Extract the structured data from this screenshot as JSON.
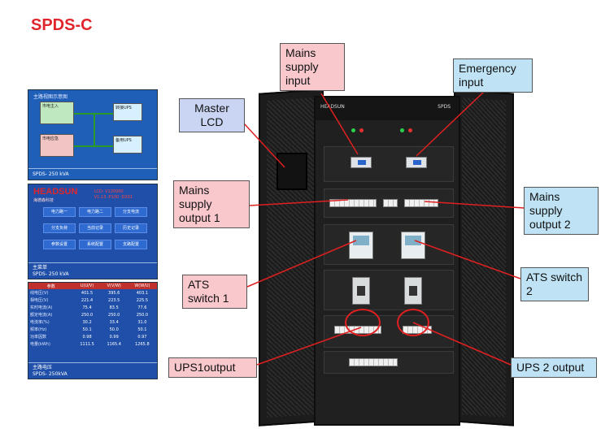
{
  "title": "SPDS-C",
  "lcd_diagram": {
    "header": "主路视图示意图",
    "blocks": [
      {
        "label": "市电主入"
      },
      {
        "label": "市电应急"
      },
      {
        "label": "转接UPS"
      },
      {
        "label": "备用UPS"
      }
    ],
    "footer": "SPDS- 250 kVA"
  },
  "lcd_menu": {
    "brand": "HEADSUN",
    "brand_sub": "海德森科技",
    "version_line1": "LCD: V120000",
    "version_line2": "V1.13 -P100 -D201",
    "buttons": [
      "电力路一",
      "电力路二",
      "分支电流",
      "分支负荷",
      "当前记录",
      "历史记录",
      "参数设置",
      "系统配置",
      "支路配置"
    ],
    "footer_line1": "主菜单",
    "footer_line2": "SPDS- 250 kVA"
  },
  "lcd_table": {
    "headers": [
      "参数",
      "U(U/V)",
      "V(V/W)",
      "W(W/U)"
    ],
    "rows": [
      [
        "线电压(V)",
        "401.5",
        "395.6",
        "403.1"
      ],
      [
        "相电压(V)",
        "221.4",
        "223.5",
        "225.5"
      ],
      [
        "实时电流(A)",
        "75.4",
        "83.5",
        "77.6"
      ],
      [
        "额定电流(A)",
        "250.0",
        "250.0",
        "250.0"
      ],
      [
        "电流率(%)",
        "30.2",
        "33.4",
        "31.0"
      ],
      [
        "频率(Hz)",
        "50.1",
        "50.0",
        "50.1"
      ],
      [
        "功率因数",
        "0.98",
        "0.99",
        "0.97"
      ],
      [
        "电量(kWh)",
        "1111.5",
        "1165.4",
        "1265.8"
      ]
    ],
    "footer_line1": "主路电压",
    "footer_line2": "SPDS-   250kVA"
  },
  "cabinet": {
    "logo": "HEADSUN",
    "badge": "SPDS"
  },
  "callouts": {
    "mains_input": "Mains supply input",
    "emergency_input": "Emergency input",
    "master_lcd": "Master LCD",
    "mains_output_1": "Mains supply output 1",
    "mains_output_2": "Mains supply output 2",
    "ats_switch_1": "ATS switch 1",
    "ats_switch_2": "ATS switch 2",
    "ups1_output": "UPS1output",
    "ups2_output": "UPS 2 output"
  },
  "colors": {
    "title": "#e0262c",
    "callout_pink": "#f9c8cc",
    "callout_blue": "#bfe3f4",
    "callout_lavender": "#c9d5f2",
    "leader_line": "#e02020",
    "lcd_blue": "#1f4fa8"
  }
}
